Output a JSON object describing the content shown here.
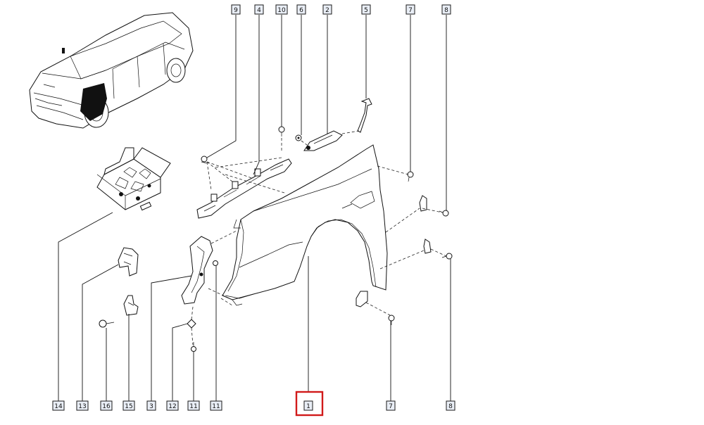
{
  "diagram": {
    "highlight_color": "#d11a1a",
    "top_callouts": [
      "9",
      "4",
      "10",
      "6",
      "2",
      "5",
      "7",
      "8"
    ],
    "bottom_callouts": [
      "14",
      "13",
      "16",
      "15",
      "3",
      "12",
      "11",
      "11",
      "1",
      "7",
      "8"
    ],
    "highlighted_callout": "1"
  }
}
